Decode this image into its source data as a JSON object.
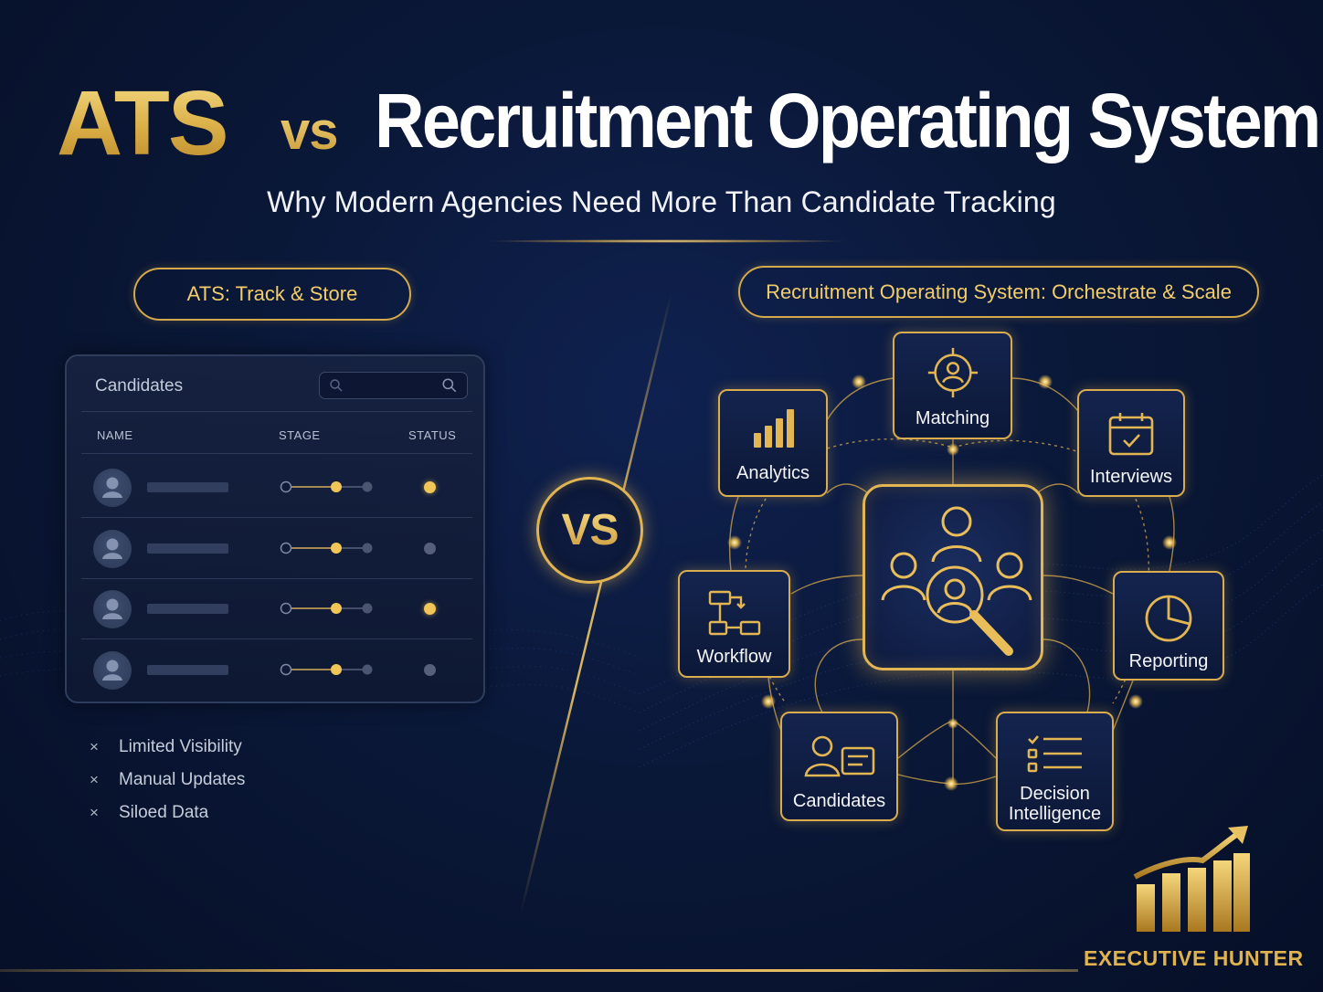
{
  "title": {
    "ats": "ATS",
    "vs": "vs",
    "ros": "Recruitment Operating System",
    "subtitle": "Why Modern Agencies Need More Than Candidate Tracking"
  },
  "left": {
    "pill": "ATS: Track & Store",
    "panel": {
      "title": "Candidates",
      "columns": [
        "NAME",
        "STAGE",
        "STATUS"
      ],
      "rows": [
        {
          "status": "gold"
        },
        {
          "status": "grey"
        },
        {
          "status": "gold"
        },
        {
          "status": "grey"
        }
      ]
    },
    "limitations": [
      {
        "mark": "×",
        "text": "Limited Visibility"
      },
      {
        "mark": "×",
        "text": "Manual Updates"
      },
      {
        "mark": "×",
        "text": "Siloed Data"
      }
    ]
  },
  "vs_badge": "VS",
  "right": {
    "pill": "Recruitment Operating System: Orchestrate & Scale",
    "nodes": {
      "matching": {
        "label": "Matching",
        "icon": "target-person-icon"
      },
      "analytics": {
        "label": "Analytics",
        "icon": "bar-chart-icon"
      },
      "interviews": {
        "label": "Interviews",
        "icon": "calendar-check-icon"
      },
      "workflow": {
        "label": "Workflow",
        "icon": "flowchart-icon"
      },
      "reporting": {
        "label": "Reporting",
        "icon": "pie-chart-icon"
      },
      "candidates": {
        "label": "Candidates",
        "icon": "id-card-icon"
      },
      "decision_line1": {
        "label": "Decision",
        "icon": "checklist-icon"
      },
      "decision_line2": {
        "label": "Intelligence"
      }
    },
    "center_icon": "people-search-icon"
  },
  "brand": {
    "name": "EXECUTIVE HUNTER",
    "icon": "rising-bars-arrow-icon"
  },
  "colors": {
    "gold": "#d8ac4f",
    "navy": "#0a1838",
    "status_gold": "#f1c558",
    "status_grey": "#56607a"
  }
}
